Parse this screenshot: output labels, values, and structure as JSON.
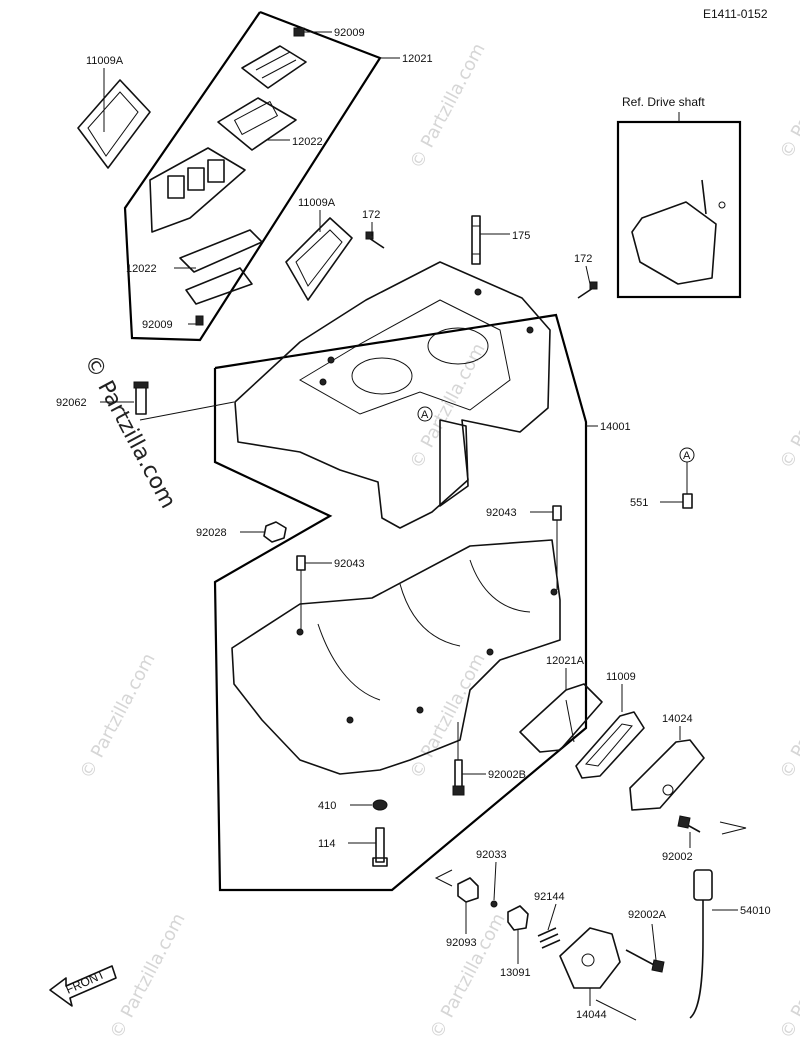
{
  "diagram_code": "E1411-0152",
  "watermark": {
    "main": "© Partzilla.com",
    "repeat": "© Partzilla.com"
  },
  "ref_box_title": "Ref. Drive shaft",
  "front_label": "FRONT",
  "callouts": {
    "p92009_top": "92009",
    "p12021": "12021",
    "p11009A_left": "11009A",
    "p12022_right": "12022",
    "p11009A_mid": "11009A",
    "p172_left": "172",
    "p175": "175",
    "p172_right": "172",
    "p12022_left": "12022",
    "p92009_bottom": "92009",
    "p92062": "92062",
    "p14001": "14001",
    "circle_A": "A",
    "p551": "551",
    "p92028": "92028",
    "p92043_right": "92043",
    "p92043_left": "92043",
    "p12021A": "12021A",
    "p11009": "11009",
    "p14024": "14024",
    "p92002B": "92002B",
    "p410": "410",
    "p114": "114",
    "p92002": "92002",
    "p92033": "92033",
    "p92144": "92144",
    "p92002A": "92002A",
    "p54010": "54010",
    "p92093": "92093",
    "p13091": "13091",
    "p14044": "14044",
    "case_A": "A"
  }
}
